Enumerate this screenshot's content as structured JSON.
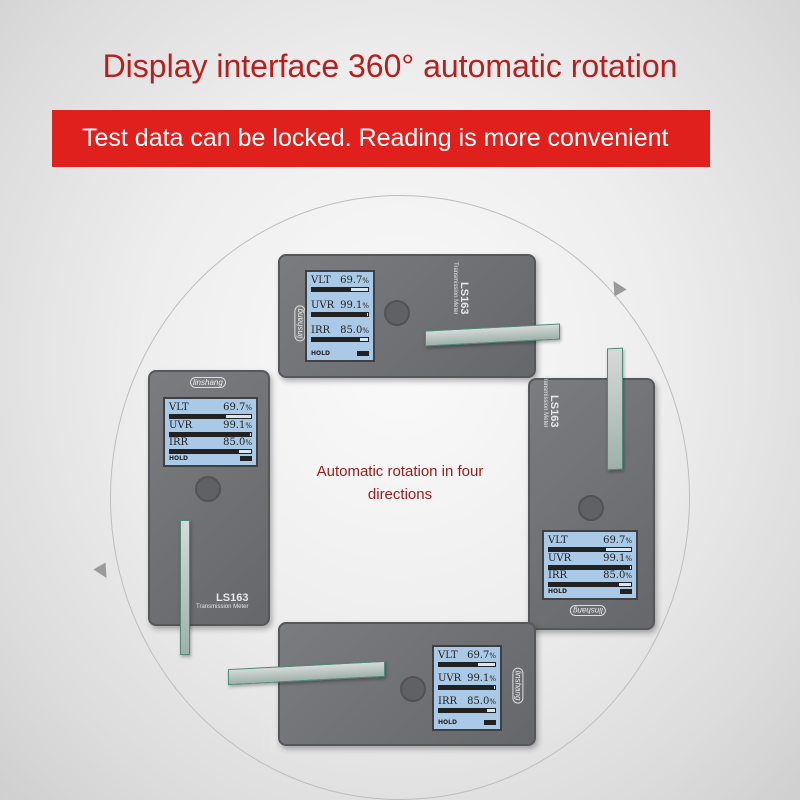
{
  "title": "Display interface 360° automatic rotation",
  "banner": "Test data can be locked. Reading is more convenient",
  "center_text": "Automatic rotation in four directions",
  "device": {
    "model": "LS163",
    "subtitle": "Transmission Meter",
    "brand": "linshang",
    "readings": [
      {
        "label": "VLT",
        "value": "69.7",
        "unit": "%",
        "fill": 0.697
      },
      {
        "label": "UVR",
        "value": "99.1",
        "unit": "%",
        "fill": 0.991
      },
      {
        "label": "IRR",
        "value": "85.0",
        "unit": "%",
        "fill": 0.85
      }
    ],
    "hold": "HOLD"
  },
  "colors": {
    "title": "#b3201e",
    "banner": "#e0201c",
    "center": "#9b1b1b"
  }
}
